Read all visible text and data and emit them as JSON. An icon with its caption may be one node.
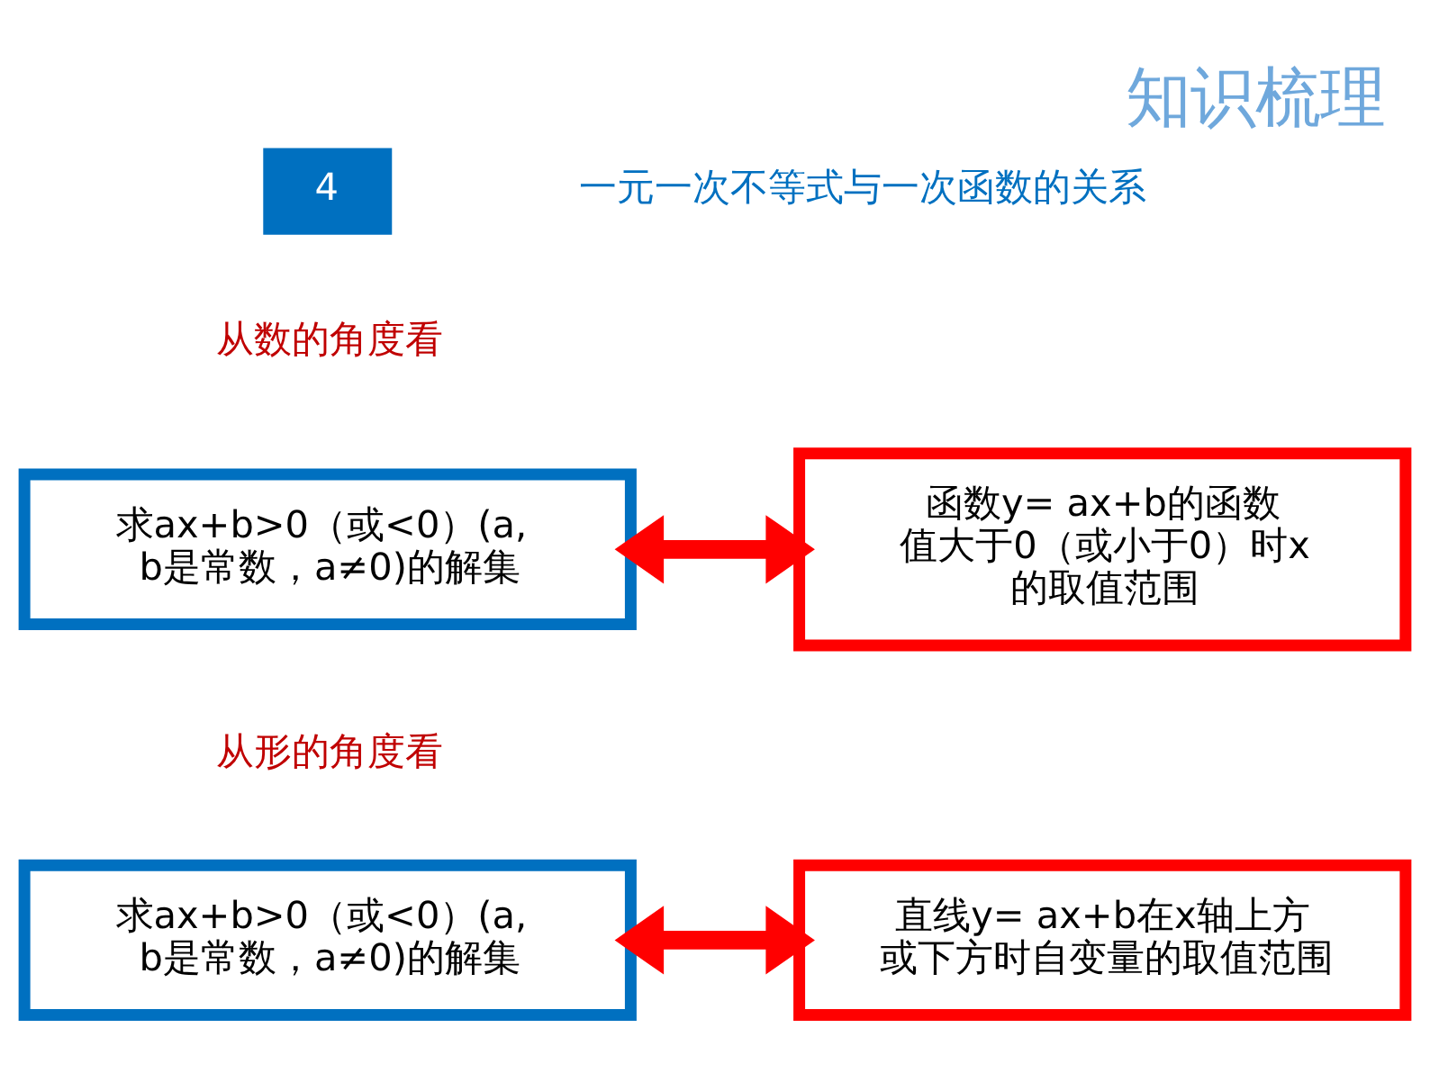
{
  "diagram": {
    "title": "知识梳理",
    "nodes": [
      {
        "text": [
          "求ax+b>0（或<0）(a, b是常数，a≠0)的解集"
        ]
      },
      {
        "text": [
          "函数y= ax+b的函数值大于0（或小于0）时x的取值范围"
        ]
      },
      {
        "text": [
          "求ax+b>0（或<0）(a, b是常数，a≠0)的解集"
        ]
      },
      {
        "text": [
          "直线y= ax+b在x轴上方或下方时自变量的取值范围"
        ]
      }
    ],
    "edges": [
      {
        "from": 0,
        "to": 1,
        "arrow": "both"
      },
      {
        "from": 2,
        "to": 3,
        "arrow": "both"
      }
    ],
    "labels": [
      "4",
      "一元一次不等式与一次函数的关系",
      "从数的角度看",
      "从形的角度看"
    ]
  }
}
